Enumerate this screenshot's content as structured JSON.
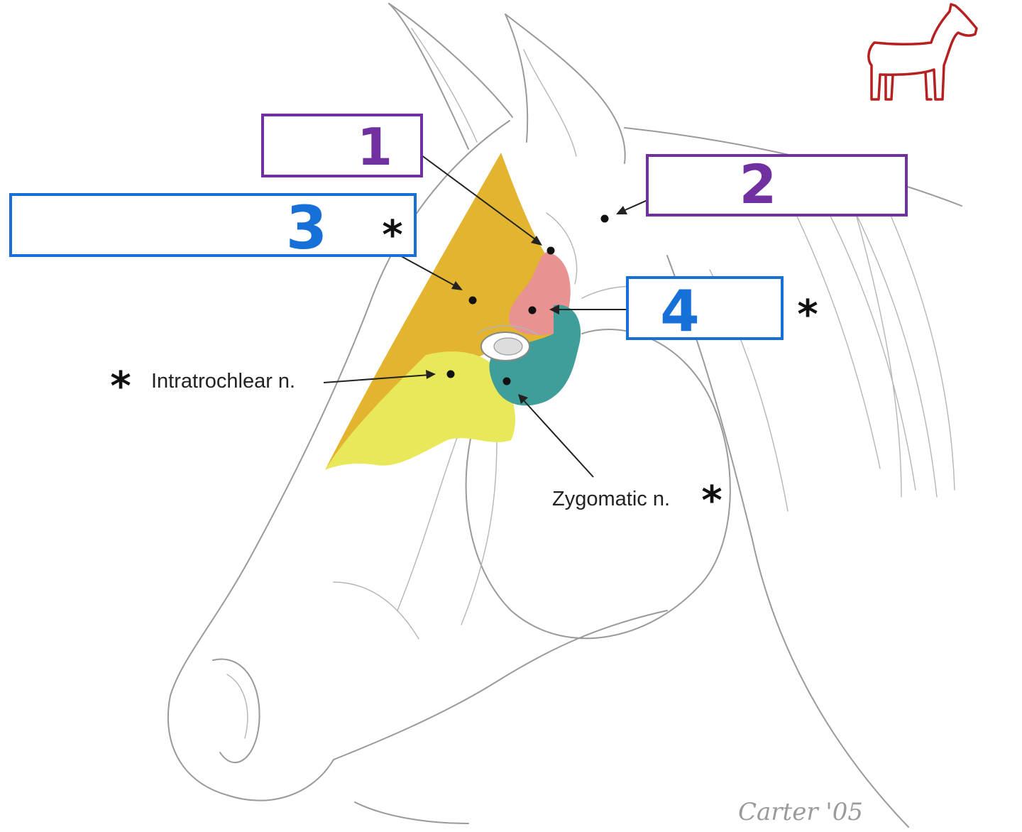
{
  "title": "",
  "colors": {
    "box_purple": "#7030a0",
    "box_blue": "#1670d8",
    "zone_orange": "#e2b430",
    "zone_yellow": "#e8e85a",
    "zone_pink": "#e89292",
    "zone_teal": "#3f9e9a",
    "logo_red": "#b52020"
  },
  "icons": {
    "corner_logo": "horse-silhouette-icon"
  },
  "labels": {
    "box1": {
      "number": "1",
      "asterisk": ""
    },
    "box2": {
      "number": "2",
      "asterisk": ""
    },
    "box3": {
      "number": "3",
      "asterisk": "*"
    },
    "box4": {
      "number": "4",
      "asterisk": "*"
    },
    "intratrochlear": {
      "text": "Intratrochlear n.",
      "asterisk": "*"
    },
    "zygomatic": {
      "text": "Zygomatic n.",
      "asterisk": "*"
    }
  },
  "signature": "Carter '05"
}
